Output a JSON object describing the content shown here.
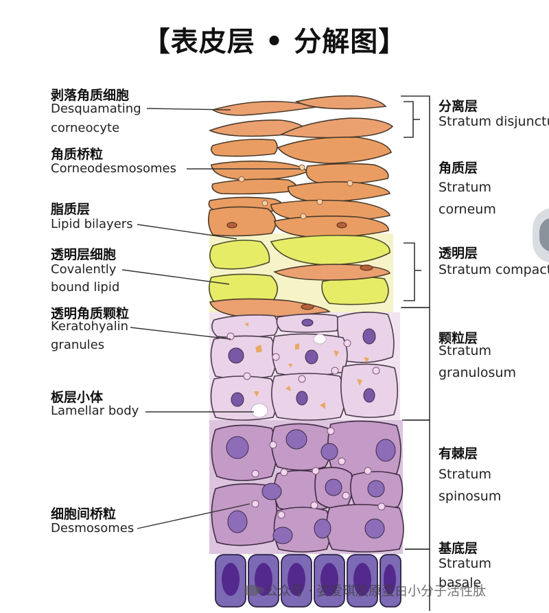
{
  "title": "【表皮层 • 分解图】",
  "left_labels": [
    {
      "cn": "剥落角质细胞",
      "en": [
        "Desquamating",
        "corneocyte"
      ]
    },
    {
      "cn": "角质桥粒",
      "en": [
        "Corneodesmosomes"
      ]
    },
    {
      "cn": "脂质层",
      "en": [
        "Lipid bilayers"
      ]
    },
    {
      "cn": "透明层细胞",
      "en": [
        "Covalently",
        "bound lipid"
      ]
    },
    {
      "cn": "透明角质颗粒",
      "en": [
        "Keratohyalin",
        "granules"
      ]
    },
    {
      "cn": "板层小体",
      "en": [
        "Lamellar body"
      ]
    },
    {
      "cn": "细胞间桥粒",
      "en": [
        "Desmosomes"
      ]
    }
  ],
  "right_labels": [
    {
      "cn": "分离层",
      "en": [
        "Stratum disjunctum"
      ]
    },
    {
      "cn": "角质层",
      "en": [
        "Stratum",
        "corneum"
      ]
    },
    {
      "cn": "透明层",
      "en": [
        "Stratum compactum"
      ]
    },
    {
      "cn": "颗粒层",
      "en": [
        "Stratum",
        "granulosum"
      ]
    },
    {
      "cn": "有棘层",
      "en": [
        "Stratum",
        "spinosum"
      ]
    },
    {
      "cn": "基底层",
      "en": [
        "Stratum",
        "basale"
      ]
    }
  ],
  "watermark": "公众号 · 姿爱琪胶原蛋白小分子活性肽",
  "colors": {
    "corneum": "#eaa46e",
    "compactum": "#e7ee6a",
    "granulosum": "#ead3e8",
    "spinosum": "#c298c6",
    "basale": "#7e6db5",
    "nucleus": "#7b5aa8",
    "line": "#333333"
  }
}
